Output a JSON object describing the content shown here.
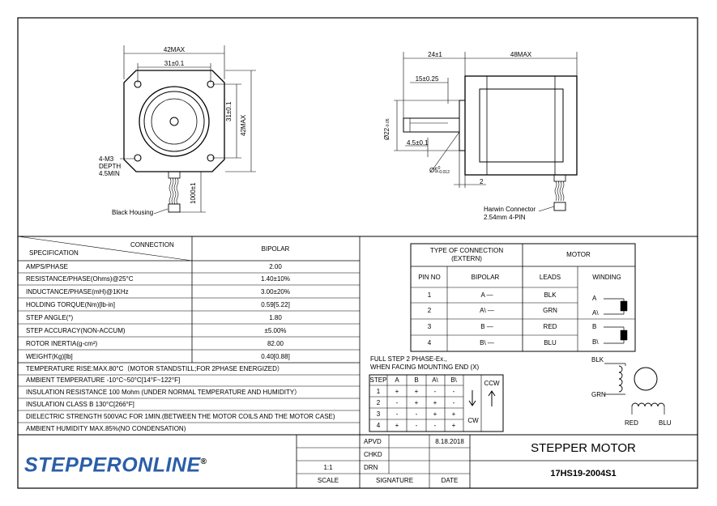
{
  "drawing": {
    "front_view": {
      "width_label": "42MAX",
      "hole_spacing_label": "31±0.1",
      "hole_spacing_v_label": "31±0.1",
      "height_label": "42MAX",
      "mount_note": [
        "4-M3",
        "DEPTH",
        "4.5MIN"
      ],
      "lead_length": "1000±1",
      "housing_label": "Black Housing"
    },
    "side_view": {
      "shaft_length": "24±1",
      "body_length": "48MAX",
      "shaft_flat": "15±0.25",
      "boss_dia": "Ø22",
      "boss_tol": "-0.05",
      "flat_depth": "4.5±0.1",
      "shaft_dia": "Ø5",
      "shaft_tol_top": "0",
      "shaft_tol_bottom": "-0.012",
      "boss_height": "2",
      "connector_label": [
        "Harwin Connector",
        "2.54mm 4-PIN"
      ]
    }
  },
  "spec_table": {
    "header_connection": "CONNECTION",
    "header_spec": "SPECIFICATION",
    "header_bipolar": "BIPOLAR",
    "rows": [
      {
        "label": "AMPS/PHASE",
        "value": "2.00"
      },
      {
        "label": "RESISTANCE/PHASE(Ohms)@25°C",
        "value": "1.40±10%"
      },
      {
        "label": "INDUCTANCE/PHASE(mH)@1KHz",
        "value": "3.00±20%"
      },
      {
        "label": "HOLDING TORQUE(Nm)[lb-in]",
        "value": "0.59[5.22]"
      },
      {
        "label": "STEP ANGLE(°)",
        "value": "1.80"
      },
      {
        "label": "STEP ACCURACY(NON-ACCUM)",
        "value": "±5.00%"
      },
      {
        "label": "ROTOR INERTIA(g-cm²)",
        "value": "82.00"
      },
      {
        "label": "WEIGHT(Kg)[lb]",
        "value": "0.40[0.88]"
      }
    ],
    "notes": [
      "TEMPERATURE RISE:MAX.80°C（MOTOR STANDSTILL;FOR 2PHASE ENERGIZED）",
      "AMBIENT TEMPERATURE -10°C~50°C[14°F~122°F]",
      "INSULATION RESISTANCE 100 Mohm (UNDER NORMAL TEMPERATURE AND HUMIDITY）",
      "INSULATION CLASS B 130°C[266°F]",
      "DIELECTRIC STRENGTH 500VAC FOR 1MIN.(BETWEEN THE MOTOR COILS AND THE MOTOR CASE)",
      "AMBIENT HUMIDITY MAX.85%(NO CONDENSATION)"
    ]
  },
  "connection_table": {
    "type_header": [
      "TYPE OF CONNECTION",
      "(EXTERN)"
    ],
    "motor_header": "MOTOR",
    "col_pin": "PIN NO",
    "col_bipolar": "BIPOLAR",
    "col_leads": "LEADS",
    "col_winding": "WINDING",
    "rows": [
      {
        "pin": "1",
        "bipolar": "A —",
        "lead": "BLK",
        "wind": "A"
      },
      {
        "pin": "2",
        "bipolar": "A\\ —",
        "lead": "GRN",
        "wind": "A\\"
      },
      {
        "pin": "3",
        "bipolar": "B —",
        "lead": "RED",
        "wind": "B"
      },
      {
        "pin": "4",
        "bipolar": "B\\ —",
        "lead": "BLU",
        "wind": "B\\"
      }
    ]
  },
  "step_table": {
    "title1": "FULL STEP  2 PHASE-Ex.,",
    "title2": "WHEN FACING MOUNTING END (X)",
    "headers": [
      "STEP",
      "A",
      "B",
      "A\\",
      "B\\"
    ],
    "rows": [
      [
        "1",
        "+",
        "+",
        "-",
        "-"
      ],
      [
        "2",
        "-",
        "+",
        "+",
        "-"
      ],
      [
        "3",
        "-",
        "-",
        "+",
        "+"
      ],
      [
        "4",
        "+",
        "-",
        "-",
        "+"
      ]
    ],
    "ccw": "CCW",
    "cw": "CW"
  },
  "wiring_diagram": {
    "blk": "BLK",
    "grn": "GRN",
    "red": "RED",
    "blu": "BLU"
  },
  "title_block": {
    "logo": "STEPPERONLINE",
    "apvd": "APVD",
    "chkd": "CHKD",
    "drn": "DRN",
    "date_value": "8.18.2018",
    "scale_value": "1:1",
    "scale_label": "SCALE",
    "signature_label": "SIGNATURE",
    "date_label": "DATE",
    "title": "STEPPER MOTOR",
    "part_number": "17HS19-2004S1"
  }
}
